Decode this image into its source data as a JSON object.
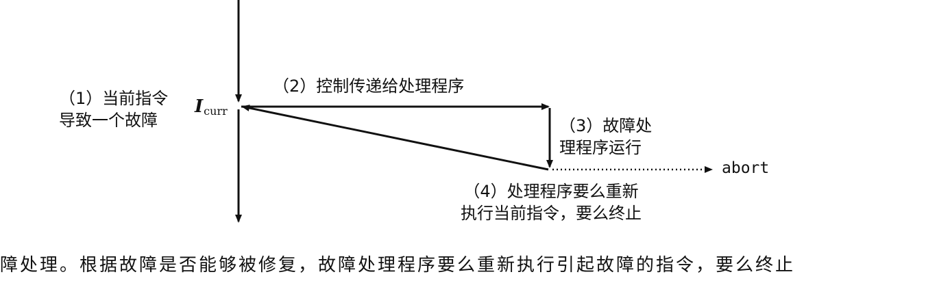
{
  "diagram": {
    "step1": {
      "line1": "（1）当前指令",
      "line2": "导致一个故障"
    },
    "step2": "（2）控制传递给处理程序",
    "step3": {
      "line1": "（3）故障处",
      "line2": "理程序运行"
    },
    "step4": {
      "line1": "（4）处理程序要么重新",
      "line2": "执行当前指令，要么终止"
    },
    "abort": "abort",
    "icurr": {
      "main": "I",
      "sub": "curr"
    }
  },
  "caption": "障处理。根据故障是否能够被修复，故障处理程序要么重新执行引起故障的指令，要么终止"
}
